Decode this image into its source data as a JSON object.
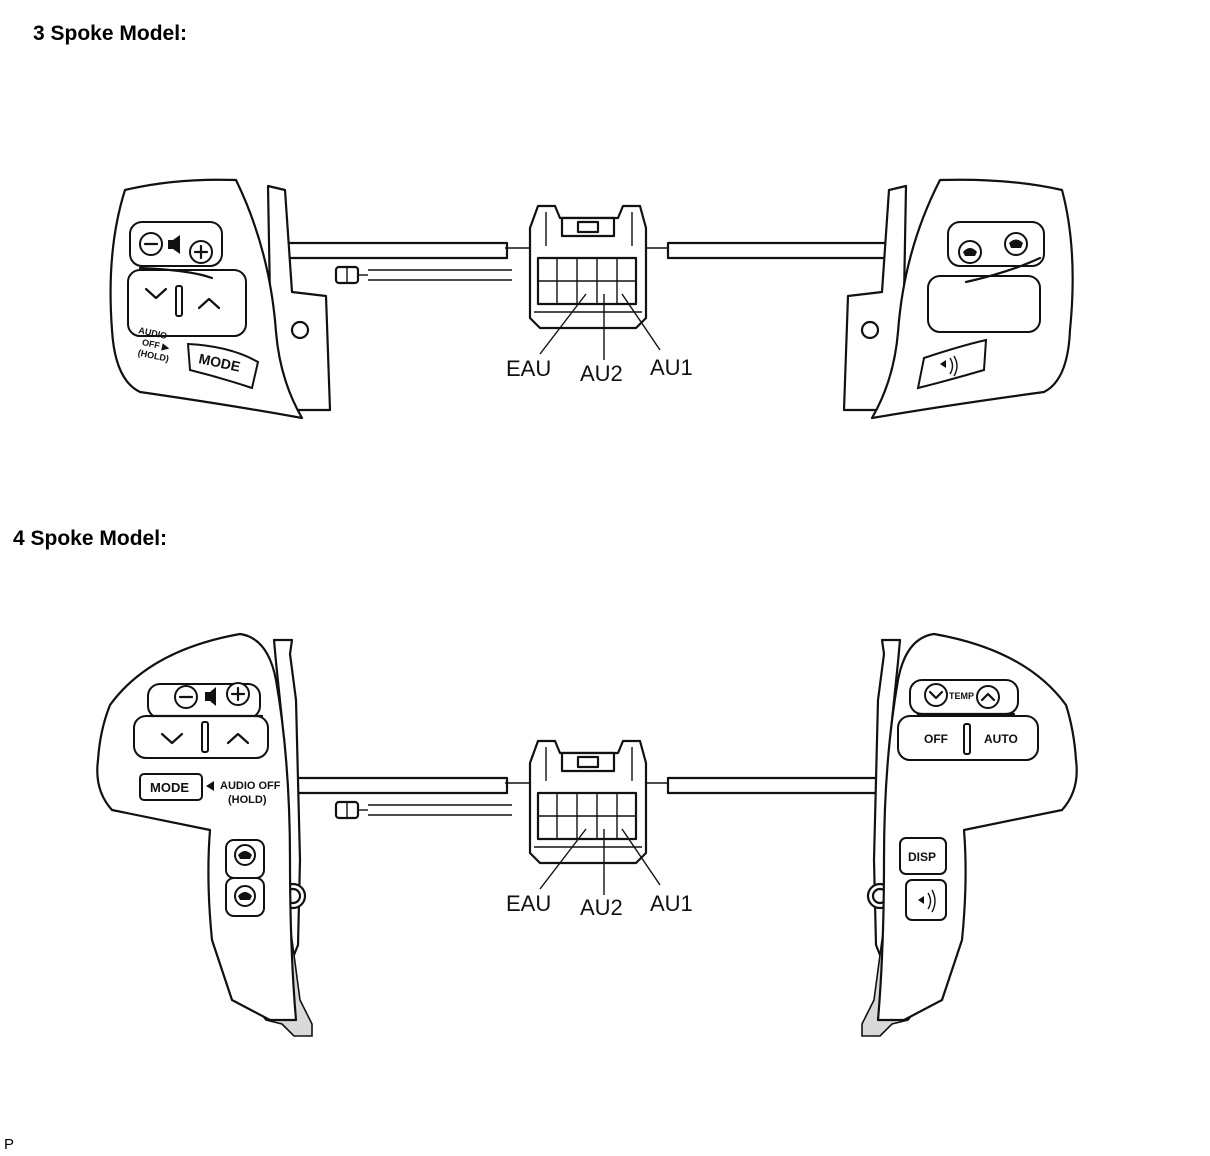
{
  "sections": [
    {
      "title": "3 Spoke Model:",
      "left_switch": {
        "audio_off_label": "AUDIO\nOFF\n(HOLD)",
        "mode_label": "MODE",
        "icons": [
          "volume-minus-icon",
          "speaker-icon",
          "volume-plus-icon",
          "chevron-down-icon",
          "chevron-up-icon"
        ]
      },
      "right_switch": {
        "icons": [
          "phone-off-hook-icon",
          "phone-on-hook-icon",
          "voice-talk-icon"
        ]
      },
      "connector_terminals": [
        "EAU",
        "AU2",
        "AU1"
      ]
    },
    {
      "title": "4 Spoke Model:",
      "left_switch": {
        "mode_label": "MODE",
        "audio_off_label": "AUDIO OFF",
        "hold_label": "(HOLD)",
        "icons": [
          "volume-minus-icon",
          "speaker-icon",
          "volume-plus-icon",
          "chevron-down-icon",
          "chevron-up-icon",
          "phone-on-hook-icon",
          "phone-off-hook-icon"
        ]
      },
      "right_switch": {
        "temp_label": "TEMP",
        "off_label": "OFF",
        "auto_label": "AUTO",
        "disp_label": "DISP",
        "icons": [
          "chevron-down-icon",
          "chevron-up-icon",
          "voice-talk-icon"
        ]
      },
      "connector_terminals": [
        "EAU",
        "AU2",
        "AU1"
      ]
    }
  ],
  "page_code": "P"
}
